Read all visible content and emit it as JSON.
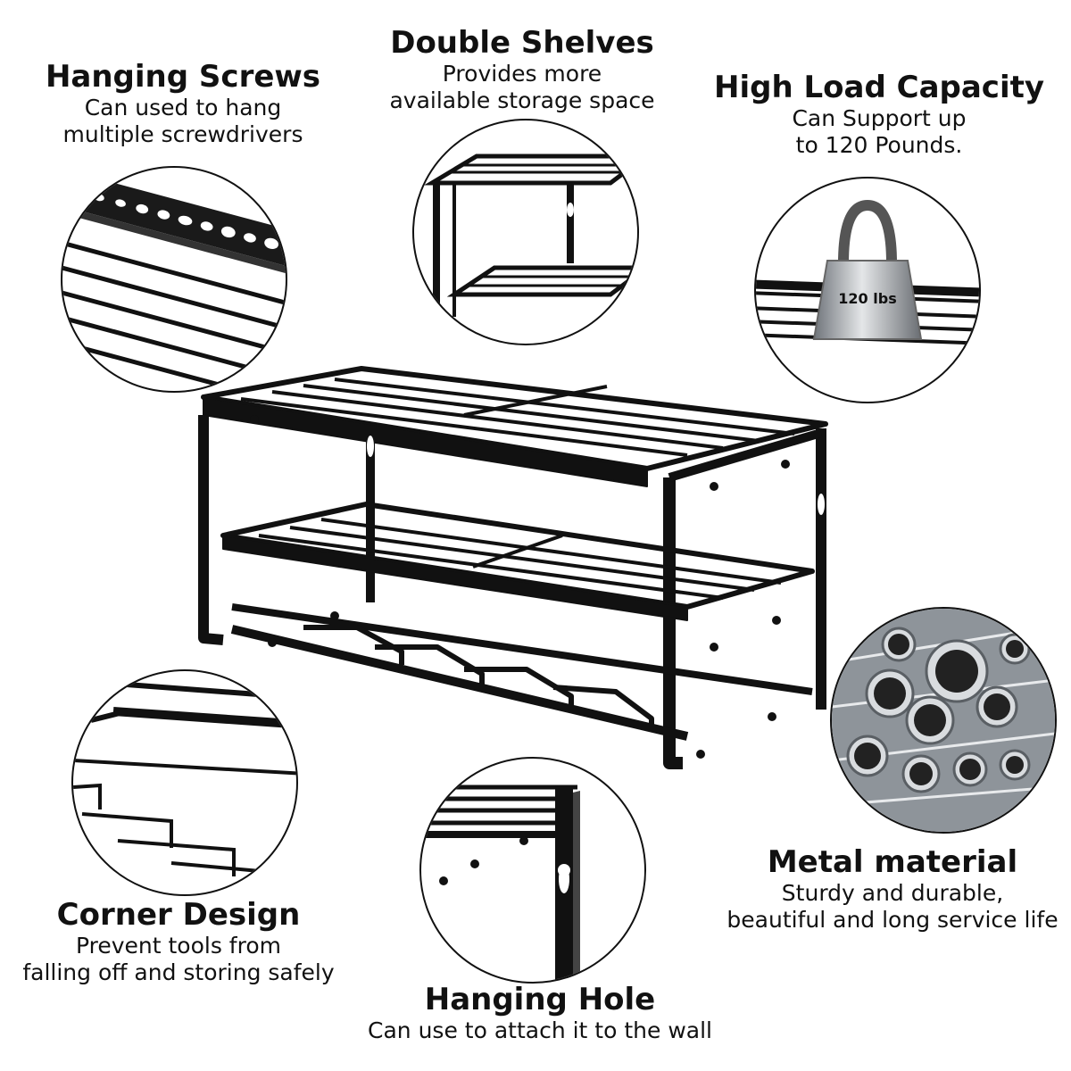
{
  "features": {
    "hanging_screws": {
      "title": "Hanging Screws",
      "desc": "Can used to hang\nmultiple screwdrivers"
    },
    "double_shelves": {
      "title": "Double Shelves",
      "desc": "Provides more\navailable storage space"
    },
    "high_load": {
      "title": "High Load Capacity",
      "desc": "Can Support up\nto 120 Pounds.",
      "weight_label": "120 lbs"
    },
    "metal_material": {
      "title": "Metal material",
      "desc": "Sturdy and durable,\nbeautiful and long service life"
    },
    "corner_design": {
      "title": "Corner Design",
      "desc": "Prevent tools from\nfalling off and storing safely"
    },
    "hanging_hole": {
      "title": "Hanging Hole",
      "desc": "Can use to attach it to the wall"
    }
  },
  "colors": {
    "metal": "#111111",
    "steel": "#9a9fa5",
    "background": "#ffffff"
  }
}
